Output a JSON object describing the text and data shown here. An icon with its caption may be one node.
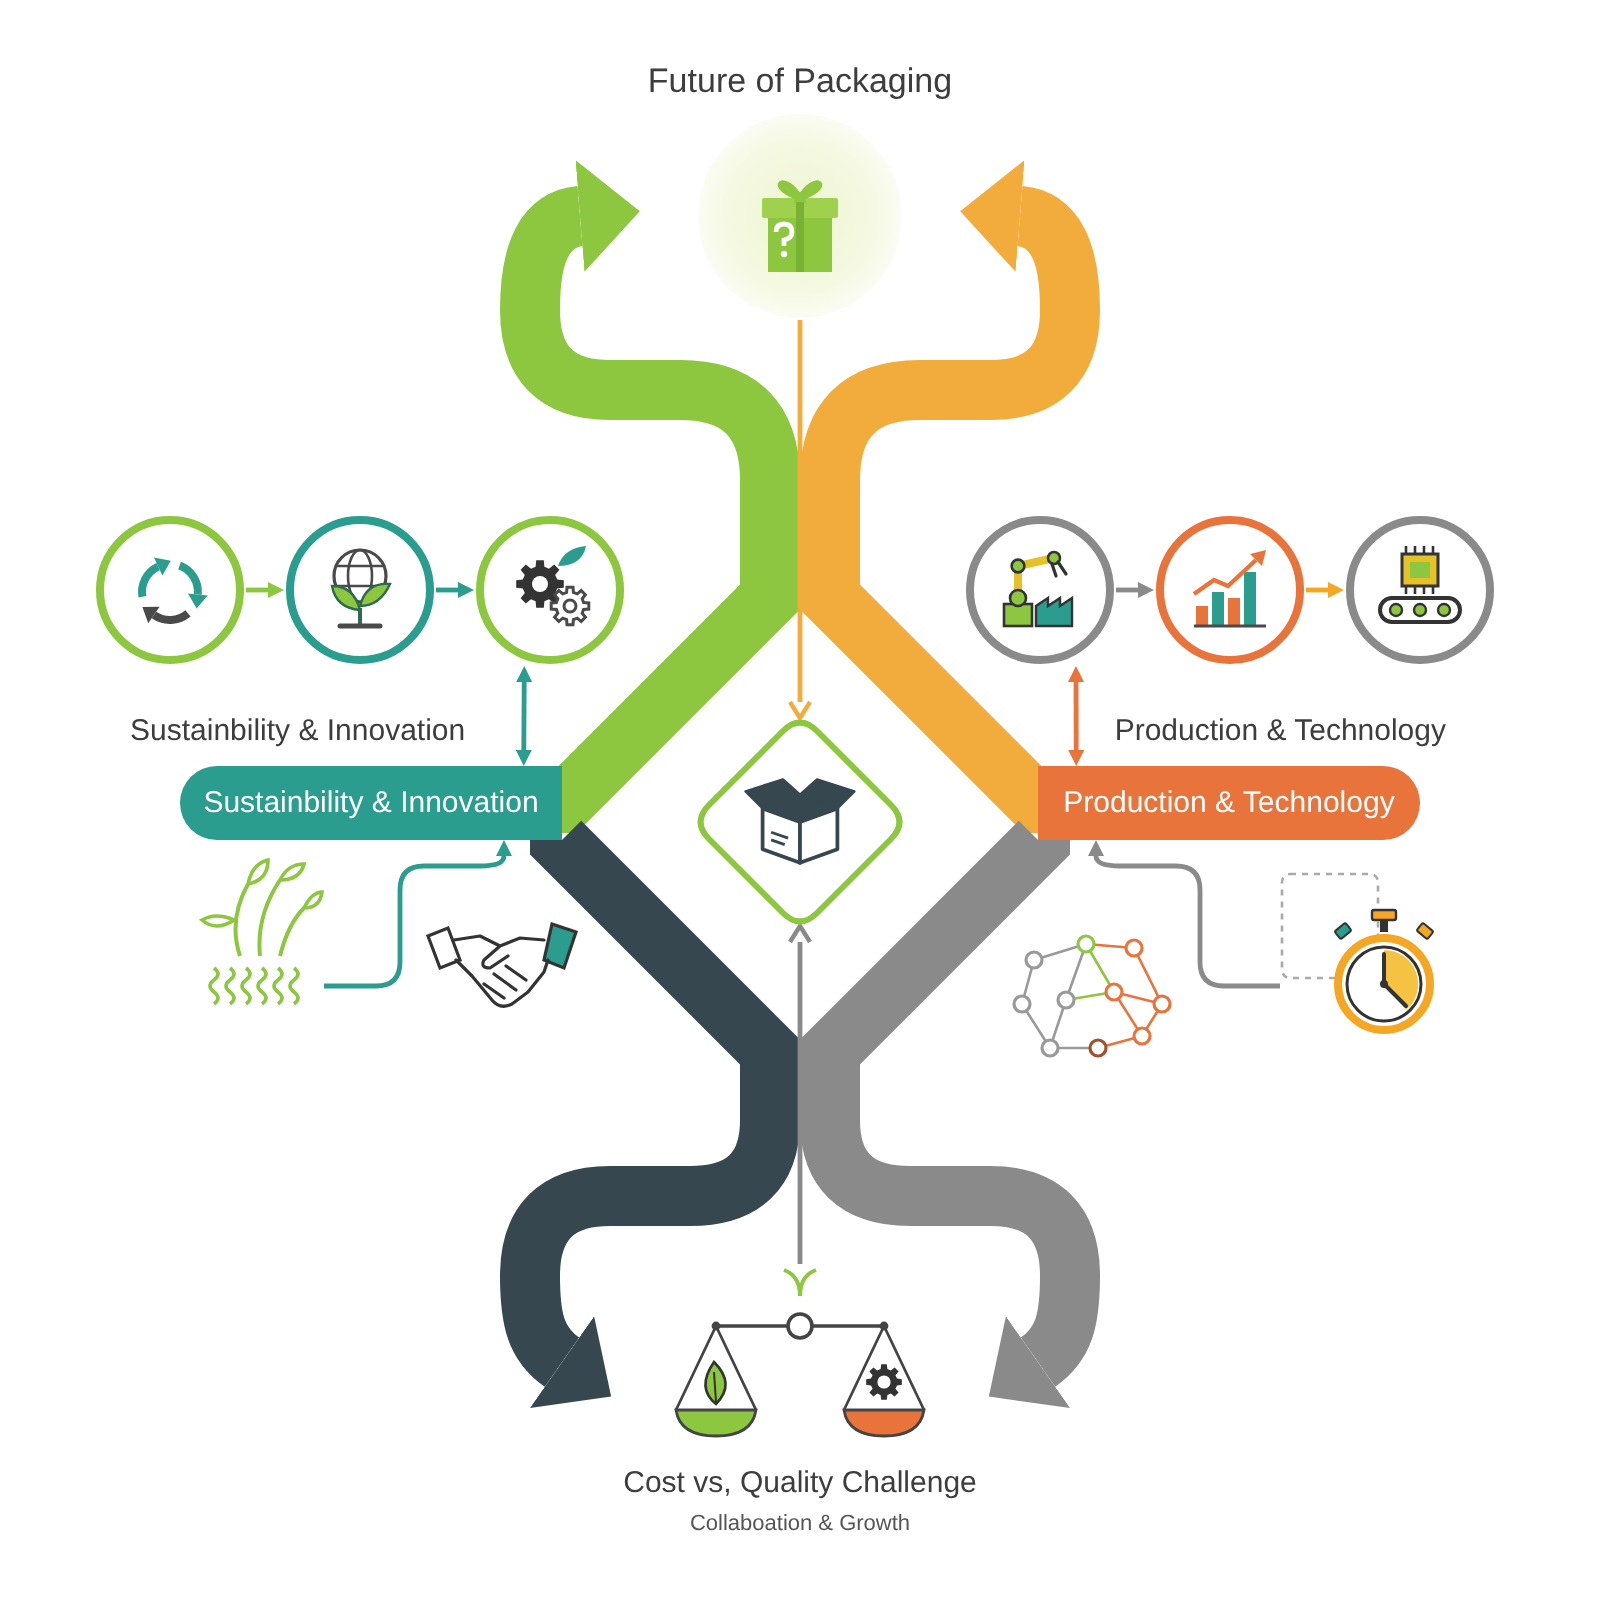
{
  "diagram": {
    "nodes": [
      {
        "text": [
          "Future of Packaging"
        ]
      },
      {
        "text": [],
        "shape": "circle"
      },
      {
        "text": [],
        "shape": "circle"
      },
      {
        "text": [],
        "shape": "circle"
      },
      {
        "text": [],
        "shape": "circle"
      },
      {
        "text": [],
        "shape": "circle"
      },
      {
        "text": [],
        "shape": "circle"
      },
      {
        "text": [
          "Sustainbility & Innovation"
        ]
      },
      {
        "text": [
          "Production & Technology"
        ]
      },
      {
        "text": [],
        "shape": "diamond"
      },
      {
        "text": [],
        "shape": "picture"
      },
      {
        "text": [],
        "shape": "picture"
      },
      {
        "text": [
          "Cost vs, Quality Challenge",
          "Collaboation & Growth"
        ]
      }
    ],
    "edges": [
      {
        "from": 1,
        "to": 2,
        "arrow": "to",
        "color": "#8dc63f"
      },
      {
        "from": 2,
        "to": 3,
        "arrow": "to",
        "color": "#2a9d8f"
      },
      {
        "from": 4,
        "to": 5,
        "arrow": "to",
        "color": "#8a8a8a"
      },
      {
        "from": 5,
        "to": 6,
        "arrow": "to",
        "color": "#f5a623"
      },
      {
        "from": 3,
        "to": 7,
        "arrow": "both",
        "color": "#2a9d8f"
      },
      {
        "from": 4,
        "to": 8,
        "arrow": "both",
        "color": "#e8743b"
      },
      {
        "from": 7,
        "to": 0,
        "arrow": "to",
        "style": "thick",
        "color": "#8dc63f"
      },
      {
        "from": 8,
        "to": 0,
        "arrow": "to",
        "style": "thick",
        "color": "#f2ac3c"
      },
      {
        "from": 0,
        "to": 9,
        "arrow": "to",
        "color": "#f2ac3c"
      },
      {
        "from": 7,
        "to": 12,
        "arrow": "to",
        "style": "thick",
        "color": "#37474f"
      },
      {
        "from": 8,
        "to": 12,
        "arrow": "to",
        "style": "thick",
        "color": "#8a8a8a"
      },
      {
        "from": 12,
        "to": 9,
        "arrow": "to",
        "color": "#8a8a8a"
      },
      {
        "from": 10,
        "to": 7,
        "arrow": "to",
        "color": "#2a9d8f"
      },
      {
        "from": 11,
        "to": 8,
        "arrow": "to",
        "color": "#8a8a8a"
      }
    ],
    "labels": [
      "Sustainbility & Innovation",
      "Production & Technology"
    ]
  }
}
